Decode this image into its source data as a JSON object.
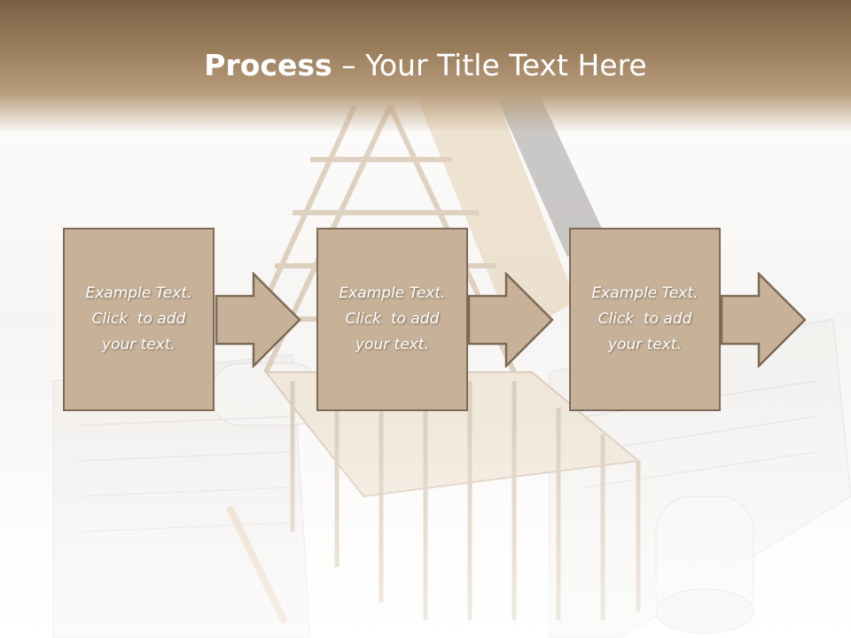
{
  "slide": {
    "title_bold": "Process",
    "title_rest": " – Your Title Text Here"
  },
  "steps": [
    {
      "line1": "Example Text.",
      "line2": "Click  to add",
      "line3": "your text."
    },
    {
      "line1": "Example Text.",
      "line2": "Click  to add",
      "line3": "your text."
    },
    {
      "line1": "Example Text.",
      "line2": "Click  to add",
      "line3": "your text."
    }
  ],
  "colors": {
    "header_dark": "#7a6044",
    "box_fill": "#c7b299",
    "box_border": "#7d6a57",
    "text": "#ffffff"
  }
}
